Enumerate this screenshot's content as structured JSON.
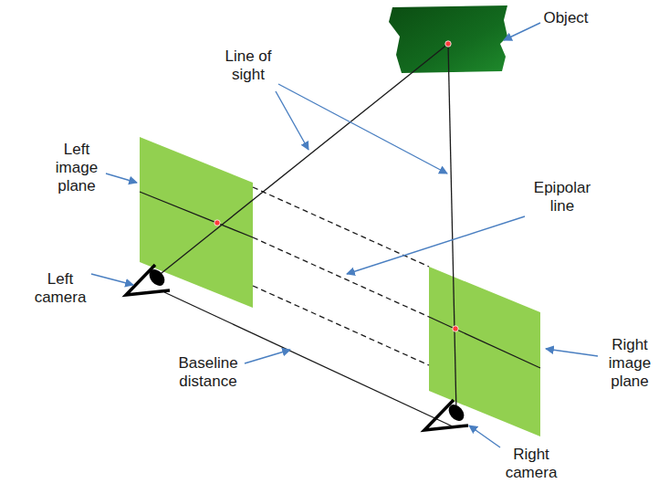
{
  "diagram": {
    "labels": [
      "Object",
      "Line of sight",
      "Left image plane",
      "Epipolar line",
      "Left camera",
      "Baseline distance",
      "Right image plane",
      "Right camera"
    ]
  }
}
